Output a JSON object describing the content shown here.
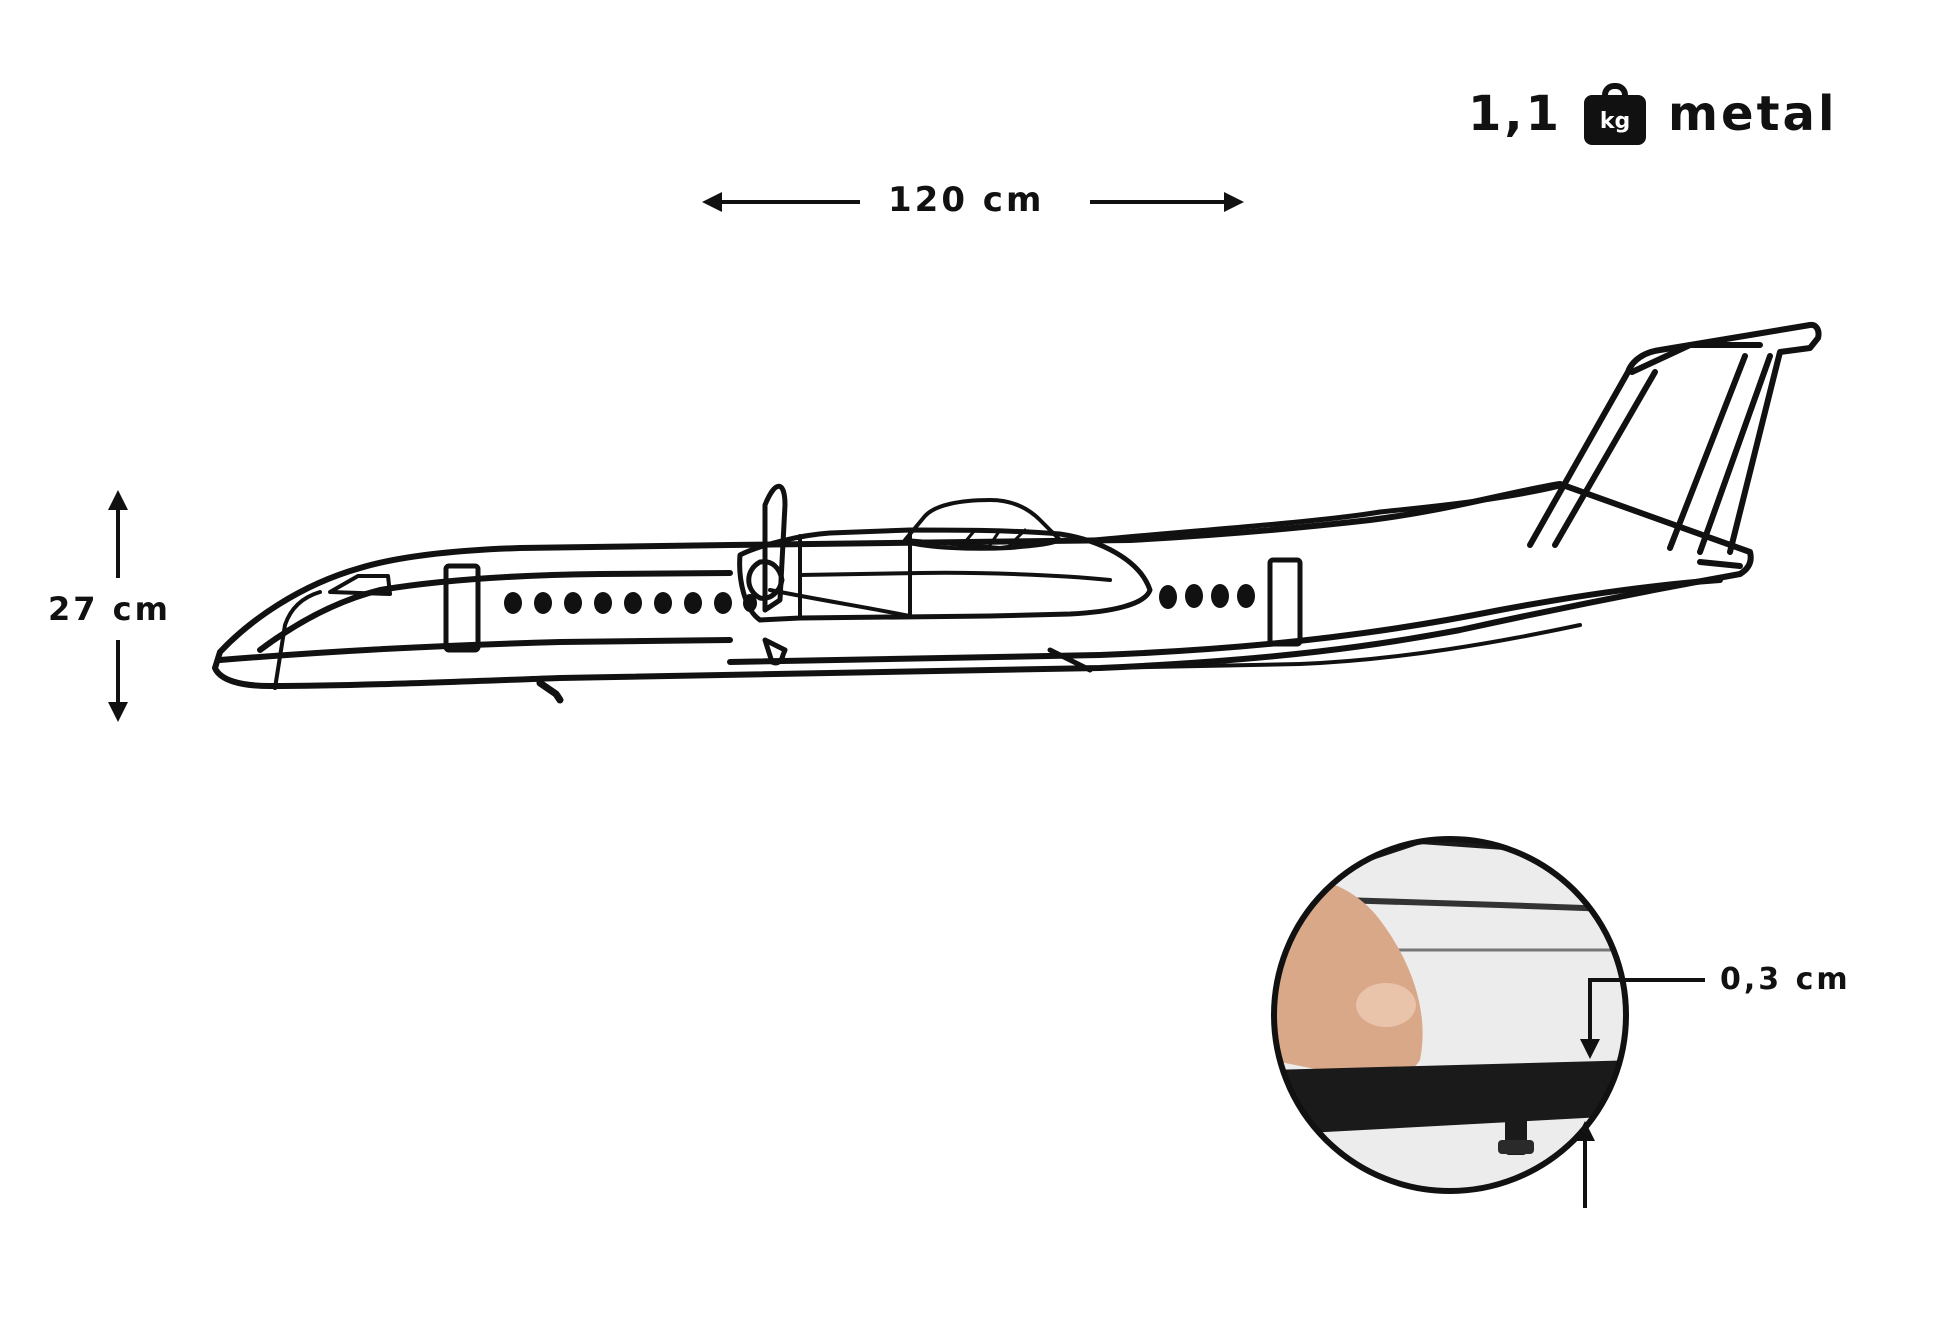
{
  "weight": {
    "value": "1,1",
    "icon_text": "kg",
    "material": "metal"
  },
  "dimensions": {
    "width": "120 cm",
    "height": "27 cm",
    "thickness": "0,3 cm"
  },
  "colors": {
    "line": "#111111",
    "background": "#ffffff",
    "skin": "#d9a889",
    "photo_bg": "#e7e7e7"
  },
  "icons": [
    "weight-bag-icon",
    "airplane-silhouette",
    "arrow-left-icon",
    "arrow-right-icon",
    "arrow-up-icon",
    "arrow-down-icon"
  ]
}
